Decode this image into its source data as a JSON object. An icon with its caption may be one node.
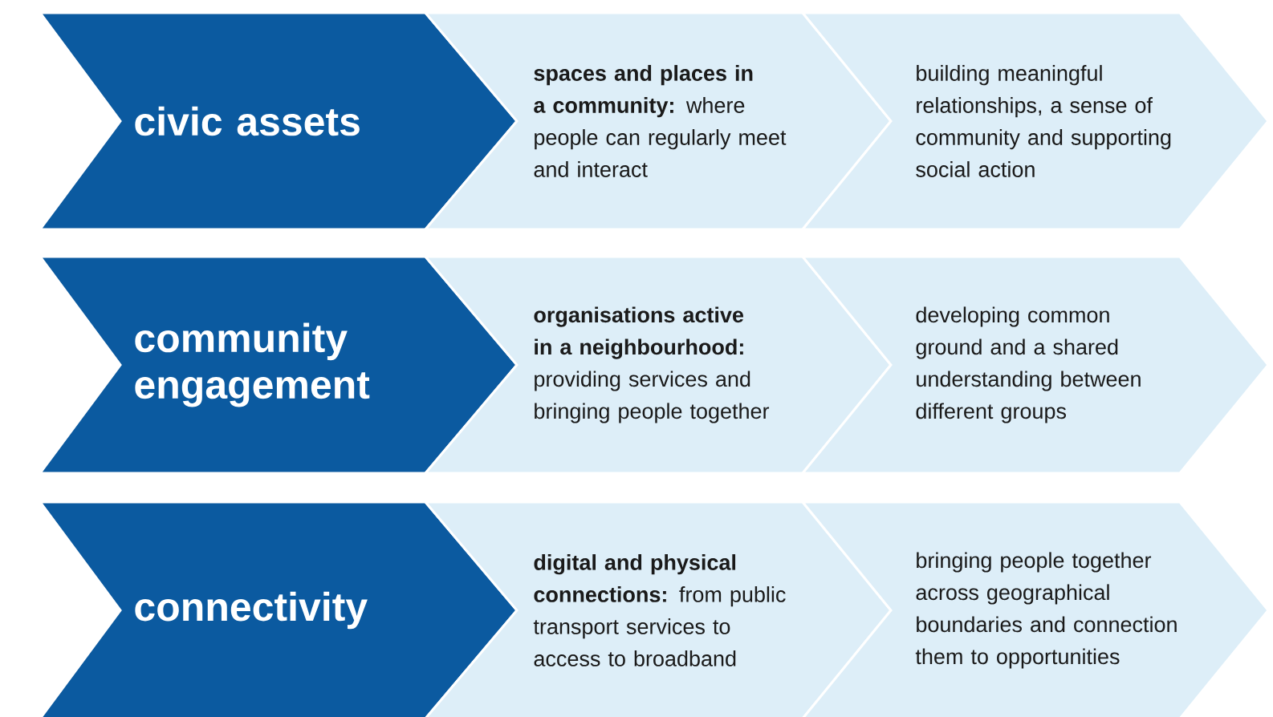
{
  "diagram": {
    "nodes": [
      {
        "text": [
          "civic assets"
        ]
      },
      {
        "text": [
          "**spaces and places in a community:** where people can regularly meet and interact"
        ]
      },
      {
        "text": [
          "building meaningful relationships, a sense of community and supporting social action"
        ]
      },
      {
        "text": [
          "community engagement"
        ]
      },
      {
        "text": [
          "**organisations active in a neighbourhood:** providing services and bringing people together"
        ]
      },
      {
        "text": [
          "developing common ground and a shared understanding between different groups"
        ]
      },
      {
        "text": [
          "connectivity"
        ]
      },
      {
        "text": [
          "**digital and physical connections:** from public transport services to access to broadband"
        ]
      },
      {
        "text": [
          "bringing people together across geographical boundaries and connection them to opportunities"
        ]
      }
    ]
  }
}
